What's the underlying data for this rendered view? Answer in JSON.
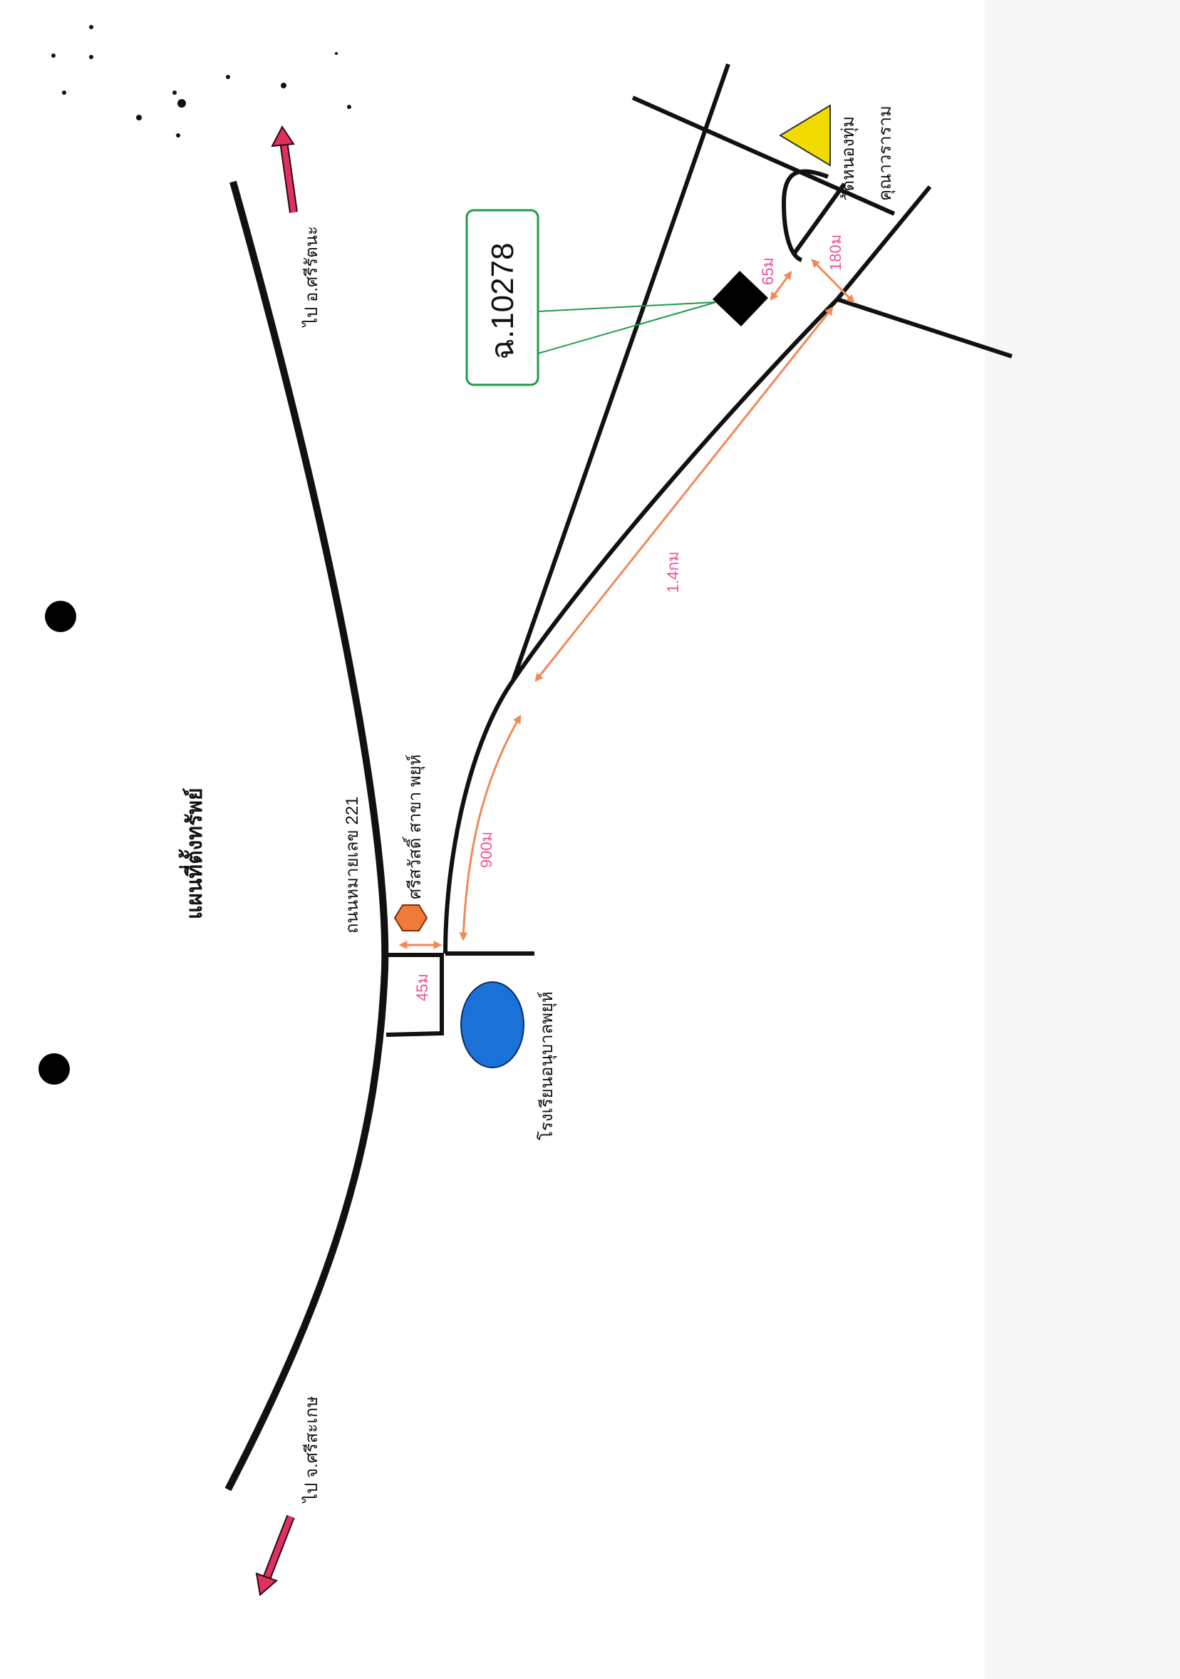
{
  "map": {
    "title": "แผนที่ตั้งทรัพย์",
    "road_name": "ถนนหมายเลข 221",
    "direction_north": "ไป อ.ศรีรัตนะ",
    "direction_south": "ไป จ.ศรีสะเกษ",
    "bank_label": "ศรีสวัสดิ์ สาขา พยุห์",
    "school_label": "โรงเรียนอนุบาลพยุห์",
    "temple_label_line1": "วัดหนองทุ่ม",
    "temple_label_line2": "คุณาวราราม",
    "property_label": "ฉ.10278",
    "distances": {
      "d45": "45ม",
      "d900": "900ม",
      "d1400": "1.4กม",
      "d65": "65ม",
      "d180": "180ม"
    },
    "colors": {
      "road": "#111111",
      "arrow": "#e03060",
      "measure": "#ef8a5a",
      "distance_text": "#f0509a",
      "bank_marker": "#f07a3a",
      "school_marker": "#1a72d8",
      "temple_marker": "#f2dc00",
      "property_marker": "#000000",
      "callout_border": "#1f9a4a"
    },
    "icons": {
      "bank": "hexagon-icon",
      "school": "ellipse-icon",
      "temple": "triangle-icon",
      "property": "diamond-icon",
      "punch_holes": "circle-icon"
    }
  }
}
